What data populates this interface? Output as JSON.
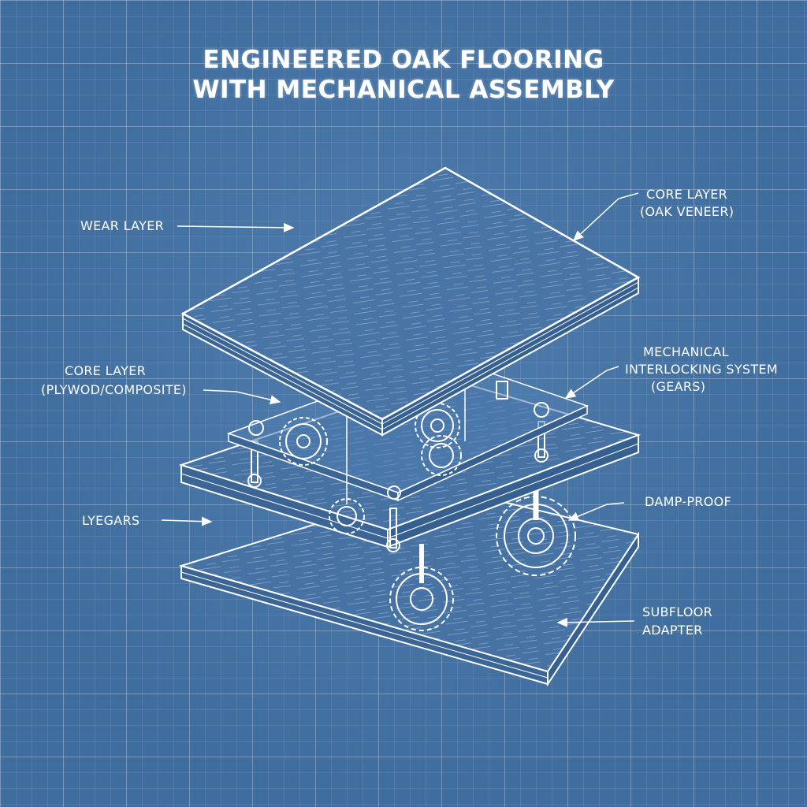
{
  "title": {
    "line1": "ENGINEERED OAK FLOORING",
    "line2": "WITH MECHANICAL ASSEMBLY"
  },
  "labels": {
    "wear_layer": "WEAR LAYER",
    "core_oak_1": "CORE LAYER",
    "core_oak_2": "(OAK VENEER)",
    "core_ply_1": "CORE LAYER",
    "core_ply_2": "(PLYWOD/COMPOSITE)",
    "mech_1": "MECHANICAL",
    "mech_2": "INTERLOCKING SYSTEM",
    "mech_3": "(GEARS)",
    "lyegars": "LYEGARS",
    "damp": "DAMP-PROOF",
    "sub_1": "SUBFLOOR",
    "sub_2": "ADAPTER"
  },
  "colors": {
    "background": "#3f6d9e",
    "line": "#ffffff"
  }
}
